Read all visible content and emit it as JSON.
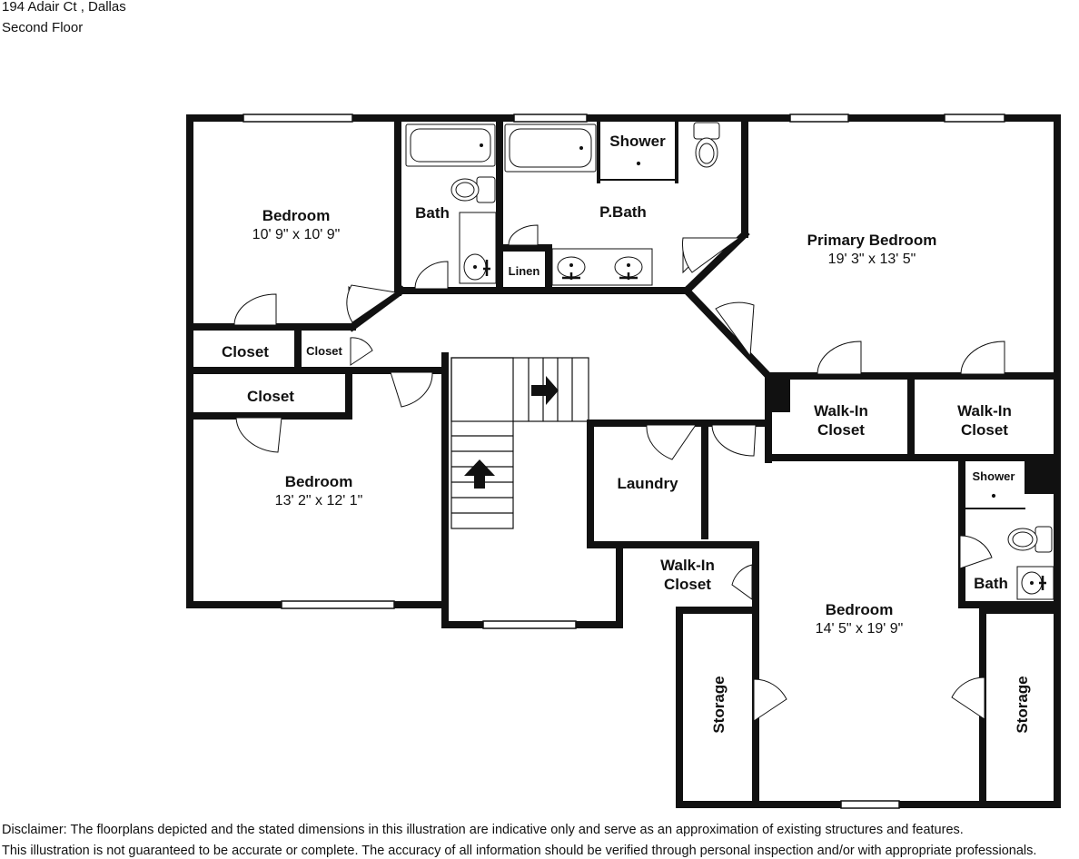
{
  "header": {
    "address": "194 Adair Ct , Dallas",
    "floor": "Second Floor"
  },
  "rooms": {
    "bedroom_nw": {
      "name": "Bedroom",
      "dims": "10' 9\" x 10' 9\""
    },
    "bath_hall": {
      "name": "Bath"
    },
    "pbath": {
      "name": "P.Bath"
    },
    "shower_primary": {
      "name": "Shower"
    },
    "linen": {
      "name": "Linen"
    },
    "primary_bedroom": {
      "name": "Primary Bedroom",
      "dims": "19' 3\" x 13' 5\""
    },
    "closet_1": {
      "name": "Closet"
    },
    "closet_small": {
      "name": "Closet"
    },
    "closet_2": {
      "name": "Closet"
    },
    "bedroom_w": {
      "name": "Bedroom",
      "dims": "13' 2\" x 12' 1\""
    },
    "walkin_1": {
      "name": "Walk-In",
      "name2": "Closet"
    },
    "walkin_2": {
      "name": "Walk-In",
      "name2": "Closet"
    },
    "laundry": {
      "name": "Laundry"
    },
    "shower_se": {
      "name": "Shower"
    },
    "bath_se": {
      "name": "Bath"
    },
    "walkin_3": {
      "name": "Walk-In",
      "name2": "Closet"
    },
    "bedroom_se": {
      "name": "Bedroom",
      "dims": "14' 5\" x 19' 9\""
    },
    "storage_1": {
      "name": "Storage"
    },
    "storage_2": {
      "name": "Storage"
    }
  },
  "disclaimer": {
    "line1": "Disclaimer: The floorplans depicted and the stated dimensions in this illustration are indicative only and serve as an approximation of existing structures and features.",
    "line2": "This illustration is not guaranteed to be accurate or complete. The accuracy of all information should be verified through personal inspection and/or with appropriate professionals."
  }
}
